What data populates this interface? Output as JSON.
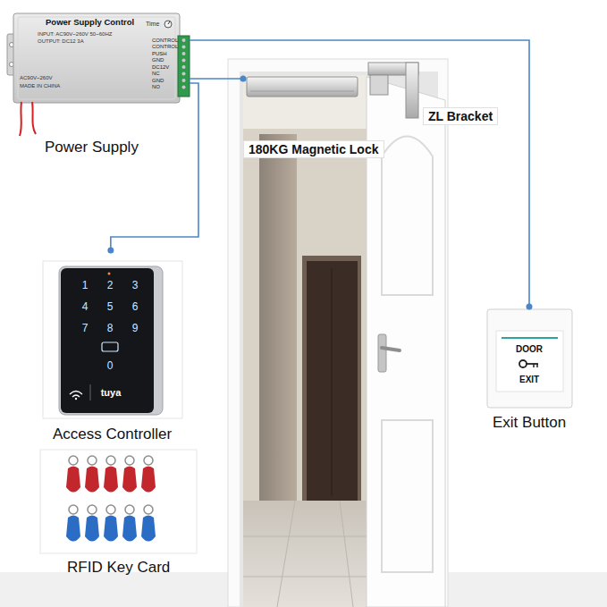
{
  "diagram": {
    "nodes": [
      {
        "text": [
          "Power Supply Control",
          "Power Supply"
        ]
      },
      {
        "text": [
          "180KG Magnetic Lock"
        ]
      },
      {
        "text": [
          "ZL Bracket"
        ]
      },
      {
        "text": [
          "Access Controller"
        ]
      },
      {
        "text": [
          "RFID Key Card"
        ]
      },
      {
        "text": [
          "DOOR",
          "EXIT",
          "Exit Button"
        ]
      }
    ],
    "edges": [
      {
        "from": 0,
        "to": 1,
        "arrow": "none"
      },
      {
        "from": 0,
        "to": 3,
        "arrow": "none"
      },
      {
        "from": 0,
        "to": 5,
        "arrow": "none"
      }
    ],
    "labels": [
      "Time",
      "INPUT: AC90V~260V 50~60HZ",
      "OUTPUT: DC12 3A",
      "CONTROL",
      "CONTROL",
      "PUSH",
      "GND",
      "DC12V",
      "NC",
      "GND",
      "NO",
      "AC90V~260V",
      "MADE IN CHINA",
      "1",
      "2",
      "3",
      "4",
      "5",
      "6",
      "7",
      "8",
      "9",
      "0",
      "tuya"
    ]
  }
}
